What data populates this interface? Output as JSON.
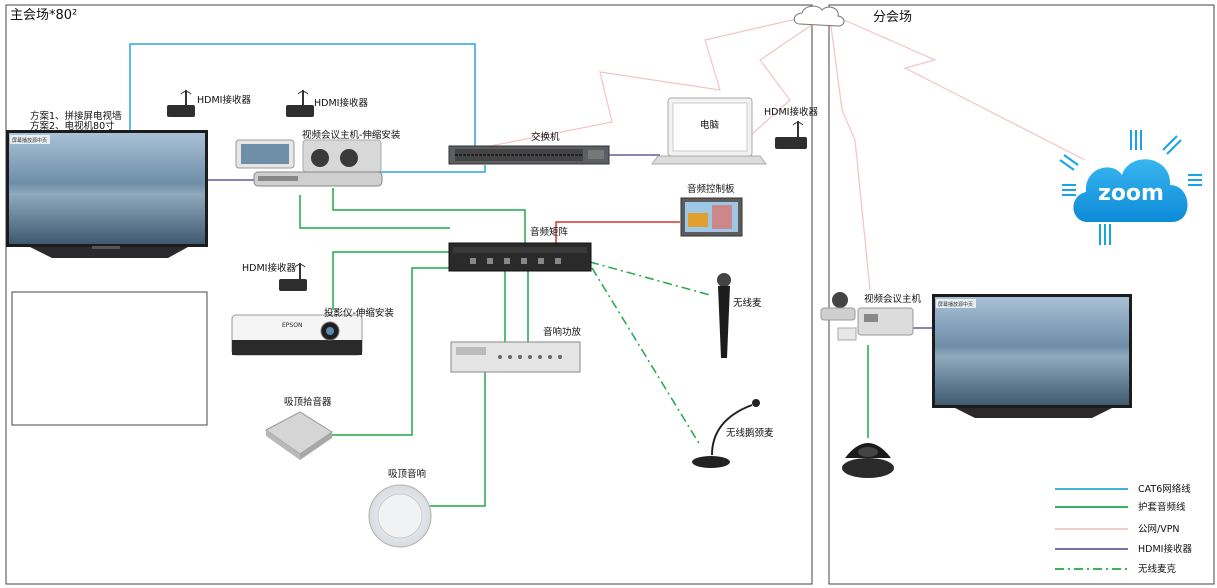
{
  "rooms": {
    "main": "主会场*80²",
    "branch": "分会场"
  },
  "devices": {
    "tv_plan": [
      "方案1、拼接屏电视墙",
      "方案2、电视机80寸"
    ],
    "tv_screen_text": "屏幕播放源中页",
    "hdmi_receiver": "HDMI接收器",
    "vc_host_main": "视频会议主机-伸缩安装",
    "switch": "交换机",
    "pc": "电脑",
    "audio_panel": "音频控制板",
    "audio_matrix": "音频矩阵",
    "wireless_mic": "无线麦",
    "projector": "投影仪-伸缩安装",
    "projector_brand": "EPSON",
    "amplifier": "音响功放",
    "ceiling_mic": "吸顶拾音器",
    "ceiling_speaker": "吸顶音响",
    "gooseneck_mic": "无线鹅颈麦",
    "vc_host_branch": "视频会议主机",
    "zoom": "zoom"
  },
  "legend": [
    {
      "label": "CAT6网络线",
      "color": "#2aa7d8",
      "style": "solid"
    },
    {
      "label": "护套音频线",
      "color": "#1ea84a",
      "style": "solid"
    },
    {
      "label": "公网/VPN",
      "color": "#f2c4c4",
      "style": "solid"
    },
    {
      "label": "HDMI接收器",
      "color": "#6a5a9a",
      "style": "solid"
    },
    {
      "label": "无线麦克",
      "color": "#1ea84a",
      "style": "dashdot"
    }
  ],
  "colors": {
    "cat6": "#2aa7d8",
    "audio": "#1ea84a",
    "vpn": "#f2c4c4",
    "hdmi": "#6a5a9a",
    "control": "#d8322a",
    "zoom_blue": "#1aa3e6"
  }
}
